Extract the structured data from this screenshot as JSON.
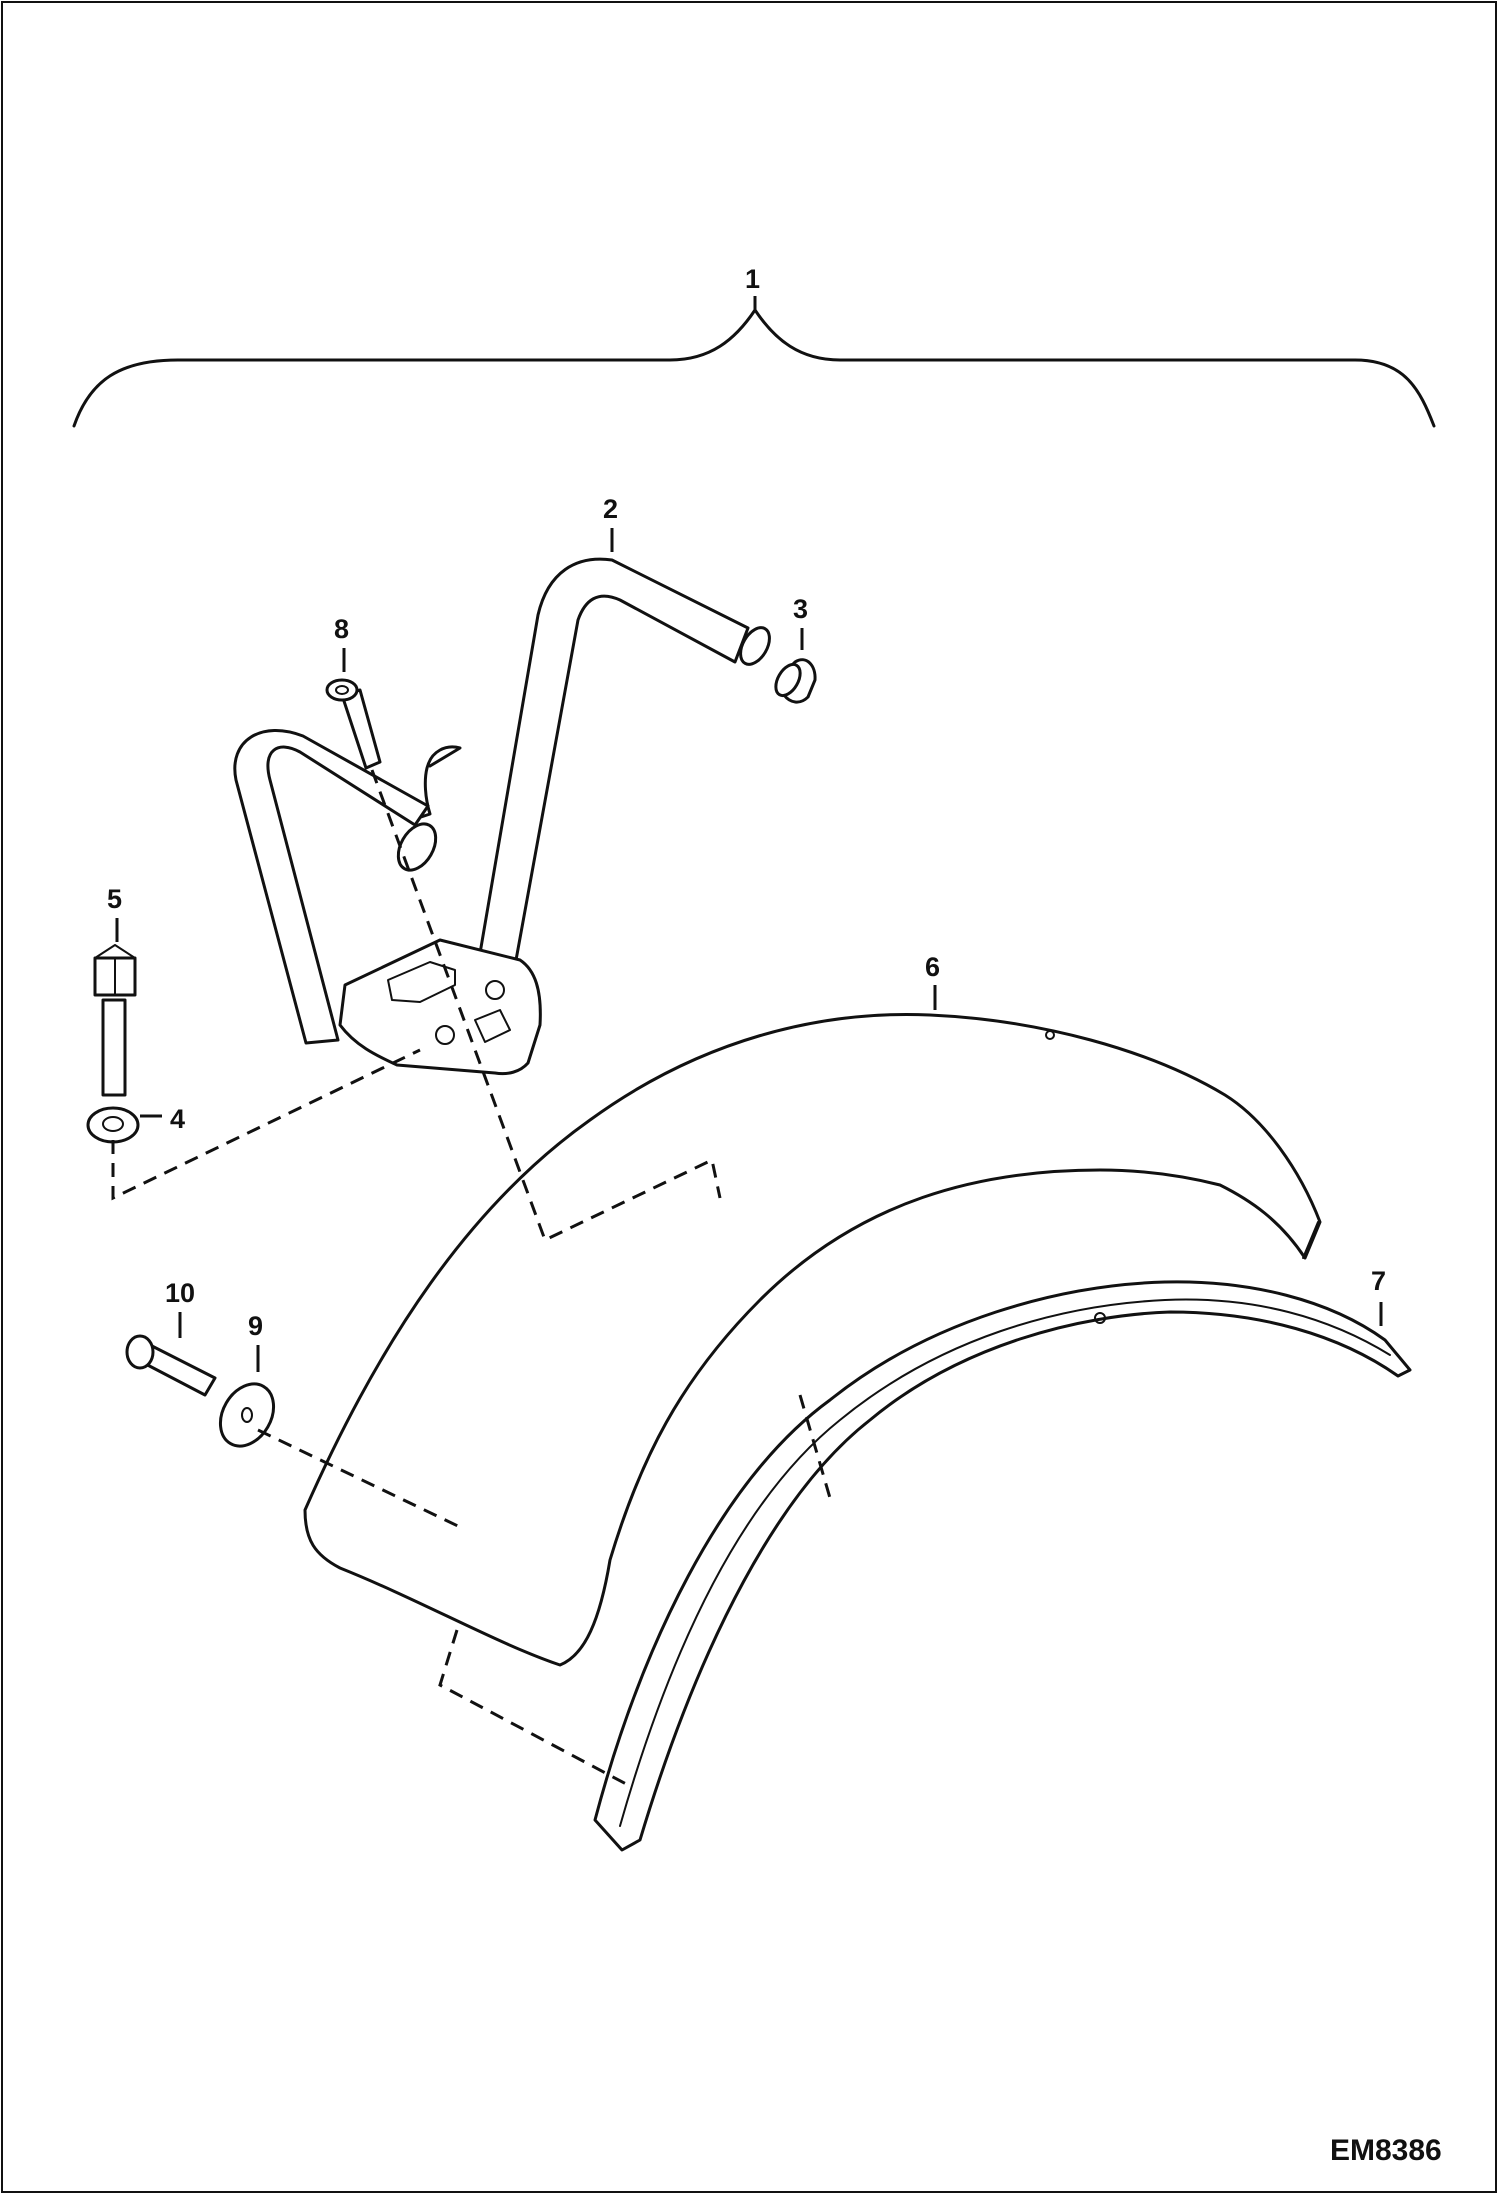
{
  "callouts": {
    "c1": "1",
    "c2": "2",
    "c3": "3",
    "c4": "4",
    "c5": "5",
    "c6": "6",
    "c7": "7",
    "c8": "8",
    "c9": "9",
    "c10": "10"
  },
  "figure_ref": "EM8386"
}
